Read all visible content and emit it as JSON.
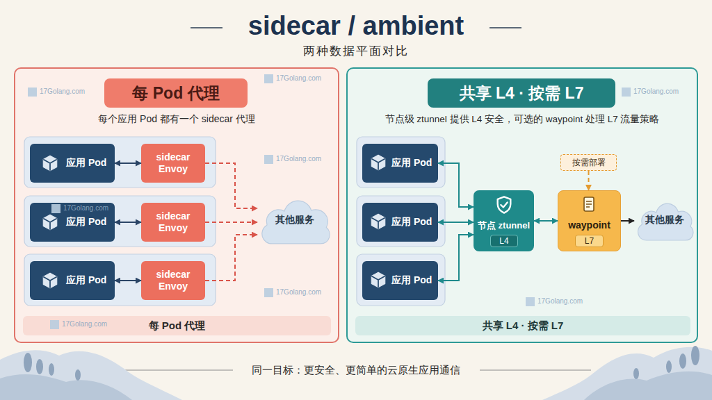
{
  "diagram": {
    "title": "sidecar / ambient",
    "caption": "同一目标：更安全、更简单的云原生应用通信",
    "nodes": [
      {
        "text": [
          "每个应用 Pod 都有一个 sidecar 代理"
        ]
      },
      {
        "text": [
          "每 Pod 代理"
        ],
        "in": 0
      },
      {
        "text": [
          "应用 Pod"
        ],
        "in": 0
      },
      {
        "text": [
          "sidecar Envoy"
        ],
        "in": 0
      },
      {
        "text": [
          "应用 Pod"
        ],
        "in": 0
      },
      {
        "text": [
          "sidecar Envoy"
        ],
        "in": 0
      },
      {
        "text": [
          "应用 Pod"
        ],
        "in": 0
      },
      {
        "text": [
          "sidecar Envoy"
        ],
        "in": 0
      },
      {
        "text": [
          "其他服务"
        ],
        "in": 0
      },
      {
        "text": [
          "每 Pod 代理"
        ],
        "in": 0
      },
      {
        "text": [
          "节点级 ztunnel 提供 L4 安全，可选的 waypoint 处理 L7 流量策略"
        ]
      },
      {
        "text": [
          "共享 L4 · 按需 L7"
        ],
        "in": 10
      },
      {
        "text": [
          "应用 Pod"
        ],
        "in": 10
      },
      {
        "text": [
          "应用 Pod"
        ],
        "in": 10
      },
      {
        "text": [
          "应用 Pod"
        ],
        "in": 10
      },
      {
        "text": [
          "节点 ztunnel"
        ],
        "in": 10
      },
      {
        "text": [
          "L4"
        ],
        "in": 15
      },
      {
        "text": [
          "按需部署"
        ],
        "in": 10
      },
      {
        "text": [
          "waypoint"
        ],
        "in": 10
      },
      {
        "text": [
          "L7"
        ],
        "in": 18
      },
      {
        "text": [
          "其他服务"
        ],
        "in": 10
      },
      {
        "text": [
          "共享 L4 · 按需 L7"
        ],
        "in": 10
      }
    ],
    "edges": [
      {
        "from": 2,
        "to": 3,
        "arrow": "both"
      },
      {
        "from": 4,
        "to": 5,
        "arrow": "both"
      },
      {
        "from": 6,
        "to": 7,
        "arrow": "both"
      },
      {
        "from": 3,
        "to": 8,
        "arrow": "to"
      },
      {
        "from": 5,
        "to": 8,
        "arrow": "to"
      },
      {
        "from": 7,
        "to": 8,
        "arrow": "to"
      },
      {
        "from": 12,
        "to": 15,
        "arrow": "both"
      },
      {
        "from": 13,
        "to": 15,
        "arrow": "both"
      },
      {
        "from": 14,
        "to": 15,
        "arrow": "both"
      },
      {
        "from": 15,
        "to": 18,
        "arrow": "both"
      },
      {
        "from": 17,
        "to": 18,
        "arrow": "to"
      },
      {
        "from": 18,
        "to": 20,
        "arrow": "to"
      }
    ],
    "labels": [
      "两种数据平面对比",
      "17Golang.com",
      "17Golang.com",
      "17Golang.com",
      "17Golang.com",
      "17Golang.com",
      "17Golang.com",
      "17Golang.com",
      "17Golang.com"
    ]
  }
}
